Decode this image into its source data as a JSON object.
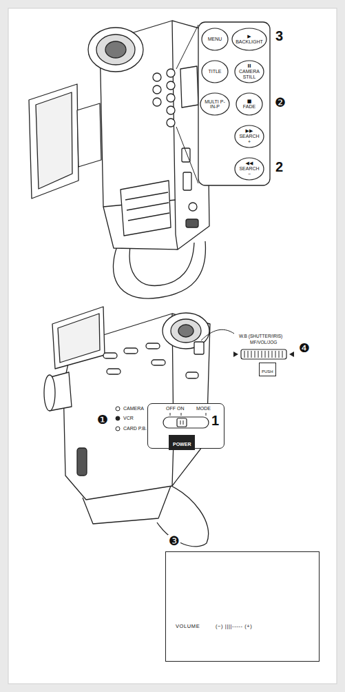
{
  "diagram": {
    "nodes": [
      {
        "text": [
          "MENU"
        ]
      },
      {
        "text": [
          "▶",
          "BACKLIGHT"
        ]
      },
      {
        "text": [
          "TITLE"
        ]
      },
      {
        "text": [
          "II",
          "CAMERA STILL"
        ]
      },
      {
        "text": [
          "MULTI P-IN-P"
        ]
      },
      {
        "text": [
          "■",
          "FADE"
        ]
      },
      {
        "text": [
          "▶▶",
          "SEARCH +"
        ]
      },
      {
        "text": [
          "◀◀",
          "SEARCH −"
        ]
      },
      {
        "text": [
          "OFF ON",
          "MODE"
        ]
      },
      {
        "text": [
          "POWER"
        ],
        "in": 8
      },
      {
        "text": [
          "PUSH"
        ]
      },
      {
        "text": [
          "VOLUME",
          "(−) ||||----- (+)"
        ]
      }
    ],
    "labels": [
      "3",
      "❷",
      "2",
      "❹",
      "W.B (SHUTTER/IRIS)",
      "MF/VOL/JOG",
      "❶",
      "CAMERA",
      "VCR",
      "CARD P.B.",
      "1",
      "❸"
    ]
  }
}
